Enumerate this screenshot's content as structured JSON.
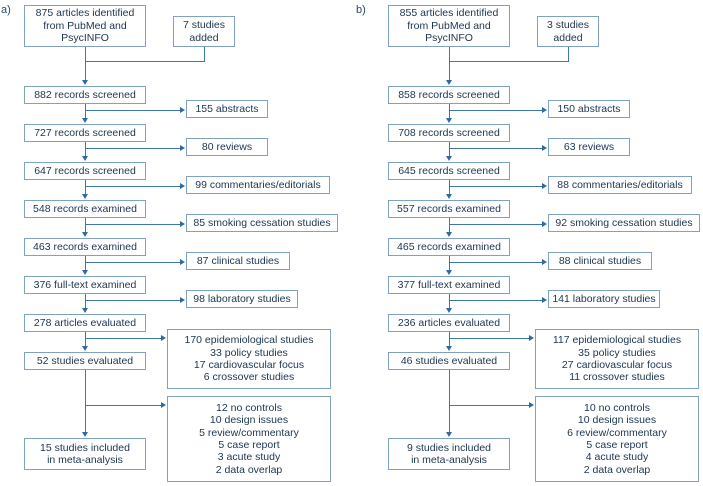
{
  "figure": {
    "type": "flow-diagram",
    "description": "Two-panel PRISMA-style study selection flow diagram"
  },
  "panels": [
    {
      "id": "a",
      "label": "a)",
      "source_box": "875 articles identified from PubMed and PsycINFO",
      "source_lines": [
        "875 articles identified",
        "from PubMed and",
        "PsycINFO"
      ],
      "added_box": "7 studies added",
      "added_lines": [
        "7 studies",
        "added"
      ],
      "steps": [
        {
          "main": "882 records screened",
          "excluded": "155 abstracts"
        },
        {
          "main": "727 records screened",
          "excluded": "80 reviews"
        },
        {
          "main": "647 records screened",
          "excluded": "99 commentaries/editorials"
        },
        {
          "main": "548 records examined",
          "excluded": "85 smoking cessation studies"
        },
        {
          "main": "463 records examined",
          "excluded": "87 clinical studies"
        },
        {
          "main": "376 full-text examined",
          "excluded": "98 laboratory studies"
        },
        {
          "main": "278 articles evaluated",
          "excluded": null
        }
      ],
      "evaluated_box": "52 studies evaluated",
      "category_lines": [
        "170 epidemiological studies",
        "33 policy studies",
        "17 cardiovascular focus",
        "6 crossover studies"
      ],
      "exclusion_lines": [
        "12 no controls",
        "10 design issues",
        "5 review/commentary",
        "5 case report",
        "3 acute study",
        "2 data overlap"
      ],
      "final_lines": [
        "15 studies included",
        "in meta-analysis"
      ]
    },
    {
      "id": "b",
      "label": "b)",
      "source_box": "855 articles identified from PubMed  and PsycINFO",
      "source_lines": [
        "855 articles identified",
        "from PubMed  and",
        "PsycINFO"
      ],
      "added_box": "3 studies added",
      "added_lines": [
        "3 studies",
        "added"
      ],
      "steps": [
        {
          "main": "858 records screened",
          "excluded": "150 abstracts"
        },
        {
          "main": "708 records screened",
          "excluded": "63 reviews"
        },
        {
          "main": "645 records screened",
          "excluded": "88 commentaries/editorials"
        },
        {
          "main": "557 records examined",
          "excluded": "92 smoking cessation studies"
        },
        {
          "main": "465 records examined",
          "excluded": "88 clinical studies"
        },
        {
          "main": "377 full-text examined",
          "excluded": "141 laboratory studies"
        },
        {
          "main": "236 articles evaluated",
          "excluded": null
        }
      ],
      "evaluated_box": "46 studies evaluated",
      "category_lines": [
        "117 epidemiological studies",
        "35 policy studies",
        "27 cardiovascular focus",
        "11 crossover studies"
      ],
      "exclusion_lines": [
        "10 no controls",
        "10 design issues",
        "6 review/commentary",
        "5 case report",
        "4 acute study",
        "2 data overlap"
      ],
      "final_lines": [
        "9 studies included",
        "in meta-analysis"
      ]
    }
  ],
  "colors": {
    "box_border": "#7fa2c4",
    "connector": "#3f76ab",
    "text": "#1c3550",
    "background": "#ffffff"
  }
}
